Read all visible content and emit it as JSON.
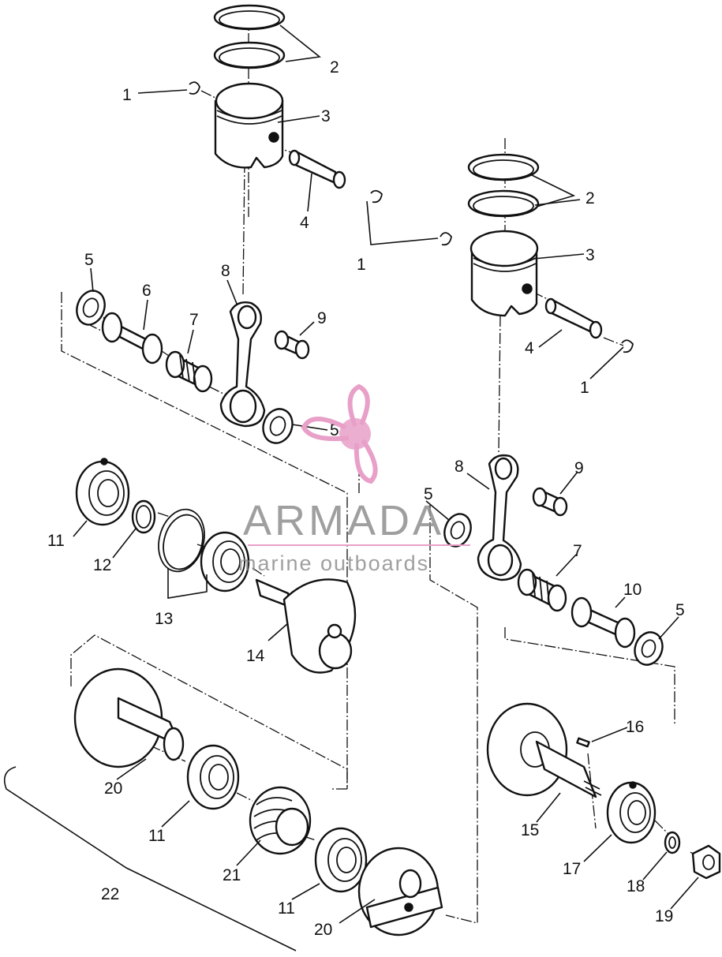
{
  "watermark": {
    "brand": "ARMADA",
    "tagline": "marine outboards",
    "accent_color": "#e8a0c8",
    "text_color": "#8f8f8f",
    "icon": "propeller-logo-icon"
  },
  "callouts": {
    "c1a": "1",
    "c1b": "1",
    "c1c": "1",
    "c2a": "2",
    "c2b": "2",
    "c3a": "3",
    "c3b": "3",
    "c4a": "4",
    "c4b": "4",
    "c5a": "5",
    "c5b": "5",
    "c5c": "5",
    "c5d": "5",
    "c6": "6",
    "c7a": "7",
    "c7b": "7",
    "c8a": "8",
    "c8b": "8",
    "c9a": "9",
    "c9b": "9",
    "c10": "10",
    "c11a": "11",
    "c11b": "11",
    "c11c": "11",
    "c12": "12",
    "c13": "13",
    "c14": "14",
    "c15": "15",
    "c16": "16",
    "c17": "17",
    "c18": "18",
    "c19": "19",
    "c20a": "20",
    "c20b": "20",
    "c21": "21",
    "c22": "22"
  }
}
